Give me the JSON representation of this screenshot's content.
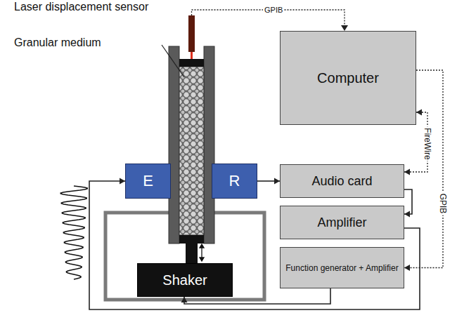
{
  "diagram": {
    "nodes": [
      {
        "text": [
          "Computer"
        ]
      },
      {
        "text": [
          "Audio card"
        ]
      },
      {
        "text": [
          "Amplifier"
        ]
      },
      {
        "text": [
          "Function generator + Amplifier"
        ]
      },
      {
        "text": [
          "E"
        ]
      },
      {
        "text": [
          "R"
        ]
      },
      {
        "text": [
          "Shaker"
        ]
      }
    ],
    "edges": [
      {
        "from": 5,
        "to": 1,
        "arrow": "to"
      },
      {
        "from": 1,
        "to": 2,
        "arrow": "to"
      },
      {
        "from": 2,
        "to": 4,
        "arrow": "to"
      },
      {
        "from": 3,
        "to": 6,
        "arrow": "to"
      },
      {
        "from": 0,
        "to": 1,
        "label": "FireWire",
        "arrow": "both"
      },
      {
        "from": 0,
        "to": 3,
        "label": "GPIB",
        "arrow": "to"
      }
    ],
    "labels": [
      "Laser displacement sensor",
      "Granular medium",
      "GPIB"
    ]
  }
}
